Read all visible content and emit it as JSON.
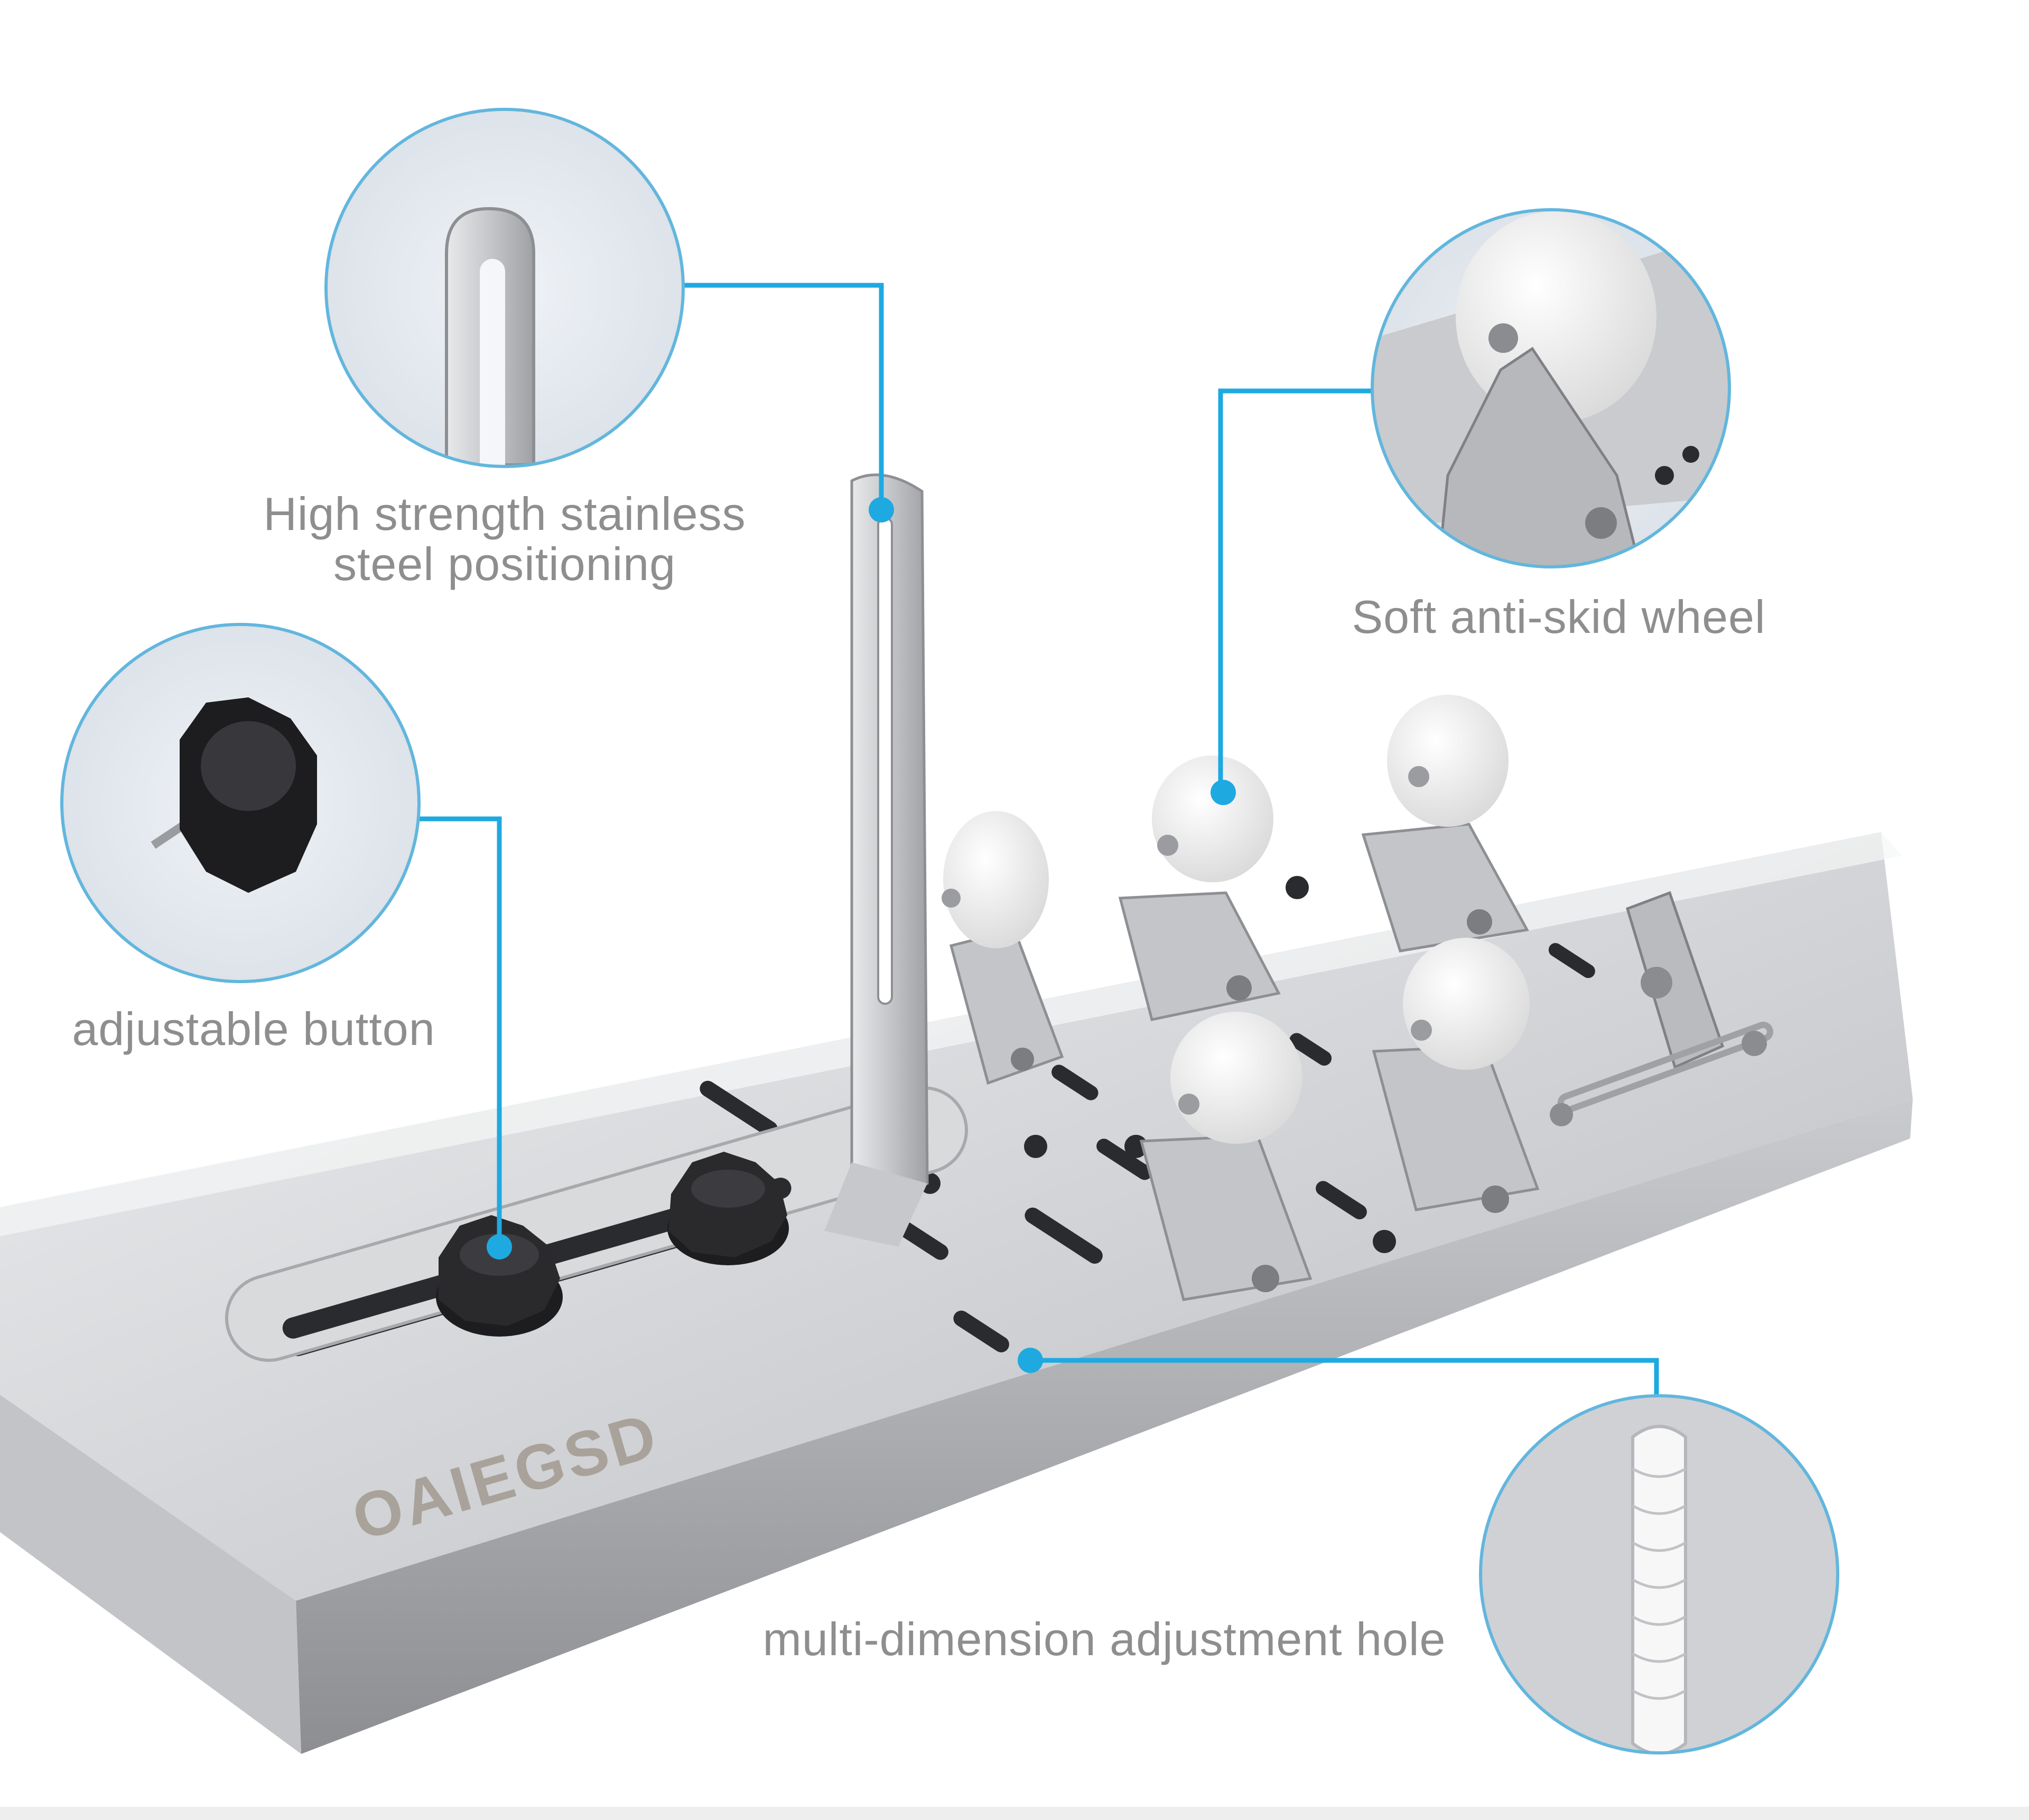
{
  "header": {
    "partial_title": ""
  },
  "brand": {
    "logo_text": "OAIEGSD"
  },
  "callouts": {
    "stainless": {
      "line1": "High strength stainless",
      "line2": "steel positioning",
      "icon": "stainless-steel-bracket-icon"
    },
    "wheel": {
      "text": "Soft anti-skid wheel",
      "icon": "caster-wheel-icon"
    },
    "button": {
      "text": "adjustable button",
      "icon": "adjustment-knob-icon"
    },
    "hole": {
      "text": "multi-dimension adjustment hole",
      "icon": "adjustment-hole-icon"
    }
  },
  "colors": {
    "accent": "#1fa9e1",
    "steel_light": "#e4e5e7",
    "steel_dark": "#a5a7aa",
    "wheel": "#f4f4f4",
    "knob": "#1d1d1f",
    "label": "#8e8e8e"
  }
}
